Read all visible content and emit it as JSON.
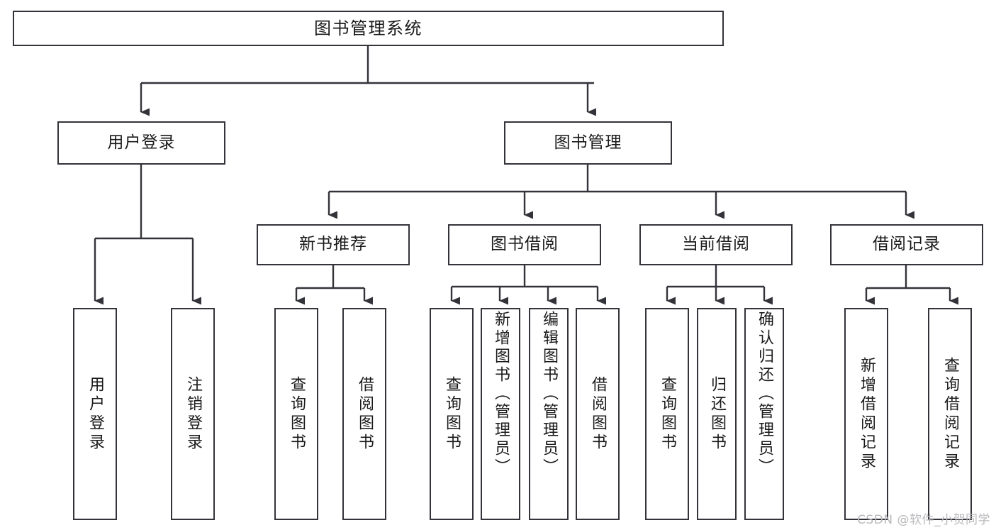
{
  "diagram": {
    "title": "图书管理系统",
    "type": "tree-hierarchy-chart",
    "watermark": "CSDN @软件_小贺同学",
    "colors": {
      "border": "#33333a",
      "background": "#ffffff",
      "text": "#1a1a1a",
      "connector": "#33333a",
      "watermark": "#b9b9bd"
    },
    "nodes": {
      "root": {
        "label": "图书管理系统"
      },
      "level2": [
        {
          "label": "用户登录"
        },
        {
          "label": "图书管理"
        }
      ],
      "level3": [
        {
          "label": "新书推荐"
        },
        {
          "label": "图书借阅"
        },
        {
          "label": "当前借阅"
        },
        {
          "label": "借阅记录"
        }
      ],
      "leaves": {
        "user_login": [
          {
            "label": "用户登录"
          },
          {
            "label": "注销登录"
          }
        ],
        "new_book": [
          {
            "label": "查询图书"
          },
          {
            "label": "借阅图书"
          }
        ],
        "book_borrow": [
          {
            "label": "查询图书"
          },
          {
            "label": "新增图书（管理员）"
          },
          {
            "label": "编辑图书（管理员）"
          },
          {
            "label": "借阅图书"
          }
        ],
        "current_borrow": [
          {
            "label": "查询图书"
          },
          {
            "label": "归还图书"
          },
          {
            "label": "确认归还（管理员）"
          }
        ],
        "borrow_record": [
          {
            "label": "新增借阅记录"
          },
          {
            "label": "查询借阅记录"
          }
        ]
      }
    }
  }
}
